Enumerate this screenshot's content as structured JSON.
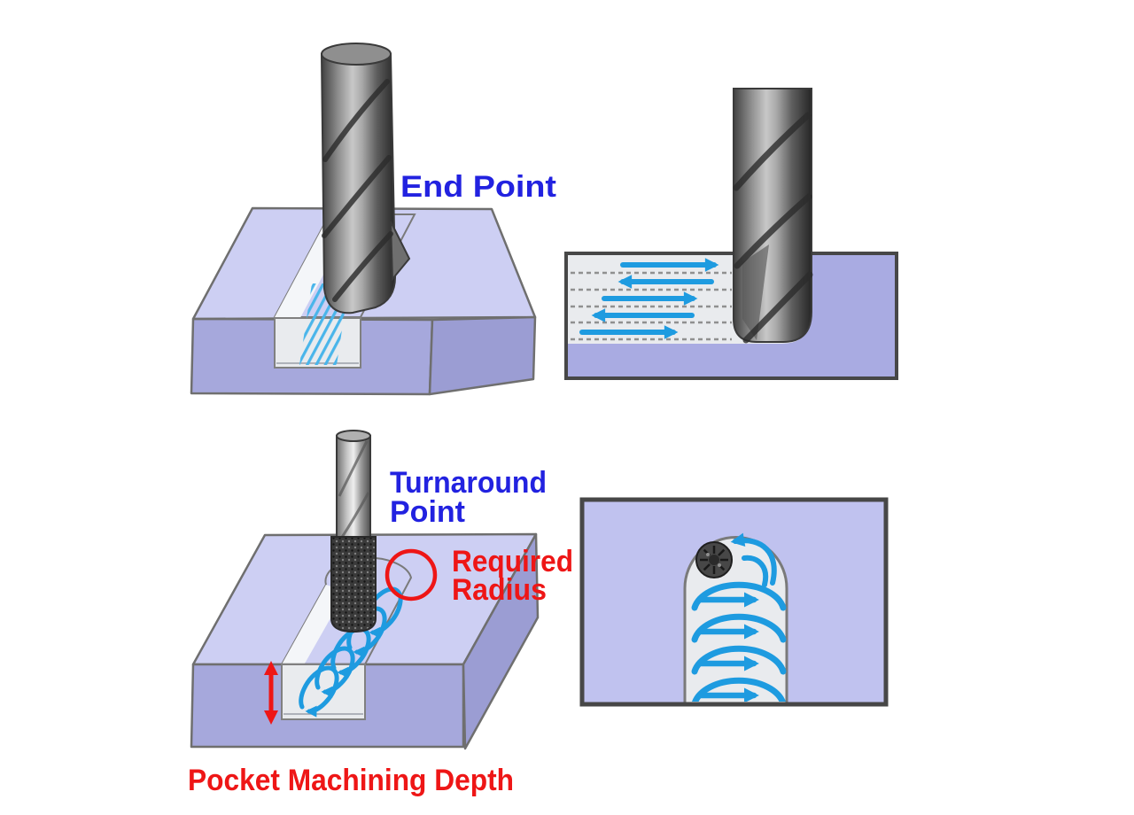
{
  "labels": {
    "end_point": "End Point",
    "turnaround_1": "Turnaround",
    "turnaround_2": "Point",
    "required_1": "Required",
    "required_2": "Radius",
    "depth": "Pocket Machining Depth"
  },
  "colors": {
    "label_blue": "#2222e0",
    "label_red": "#ee1616",
    "block_top": "#cdcff3",
    "block_front": "#a6a8dc",
    "block_side": "#9b9dd3",
    "panel2_fill": "#a9abe2",
    "panel4_fill": "#c0c2ef",
    "machined": "#e9ebee",
    "machined_light": "#f4f6f9",
    "toolpath_blue": "#1e9be0",
    "hatch_blue": "#4ab5ea",
    "outline": "#6f6f6f",
    "border_dark": "#474747",
    "dash_gray": "#909090"
  }
}
